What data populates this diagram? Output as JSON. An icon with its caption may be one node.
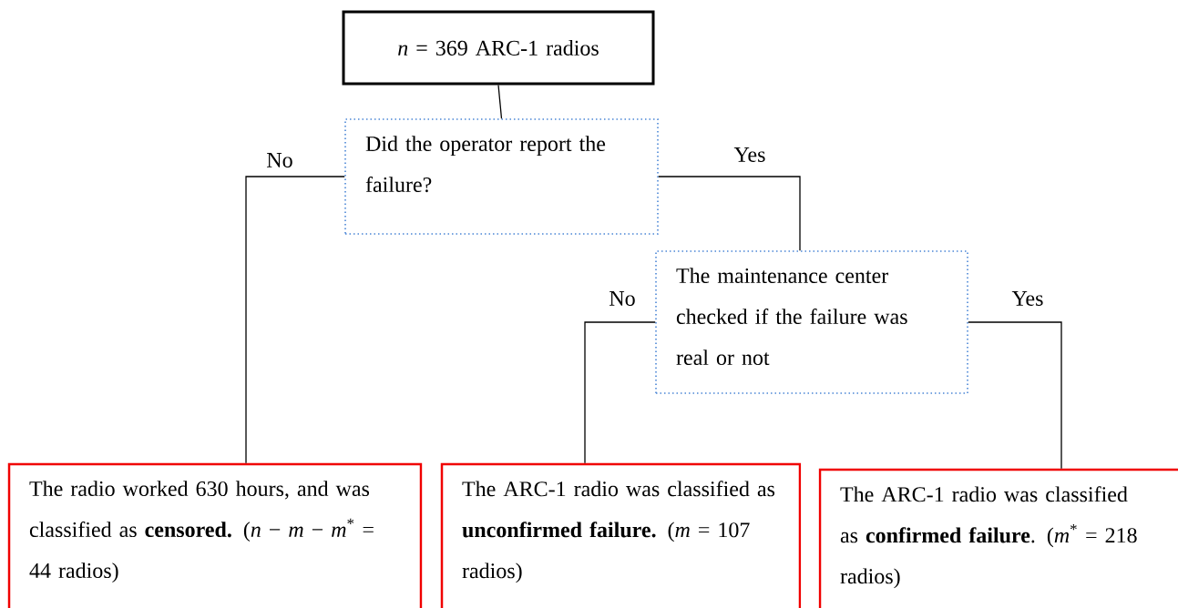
{
  "diagram": {
    "nodes": [
      {
        "text": [
          "*n* = 369 ARC-1 radios"
        ]
      },
      {
        "text": [
          "Did the operator report the failure?"
        ]
      },
      {
        "text": [
          "The maintenance center checked if the failure was real or not"
        ]
      },
      {
        "text": [
          "The radio worked 630 hours, and was classified as **censored.** (*n* − *m* − *m*$^{*}$ = 44 radios)"
        ]
      },
      {
        "text": [
          "The ARC-1 radio was classified as **unconfirmed failure.** (*m* = 107 radios)"
        ]
      },
      {
        "text": [
          "The ARC-1 radio was classified as **confirmed failure**. (*m*$^{*}$ = 218 radios)"
        ]
      }
    ],
    "edges": [
      {
        "from": 0,
        "to": 1,
        "arrow": "none"
      },
      {
        "from": 1,
        "to": 3,
        "arrow": "none",
        "label": "No"
      },
      {
        "from": 1,
        "to": 2,
        "arrow": "none",
        "label": "Yes"
      },
      {
        "from": 2,
        "to": 4,
        "arrow": "none",
        "label": "No"
      },
      {
        "from": 2,
        "to": 5,
        "arrow": "none",
        "label": "Yes"
      }
    ]
  }
}
